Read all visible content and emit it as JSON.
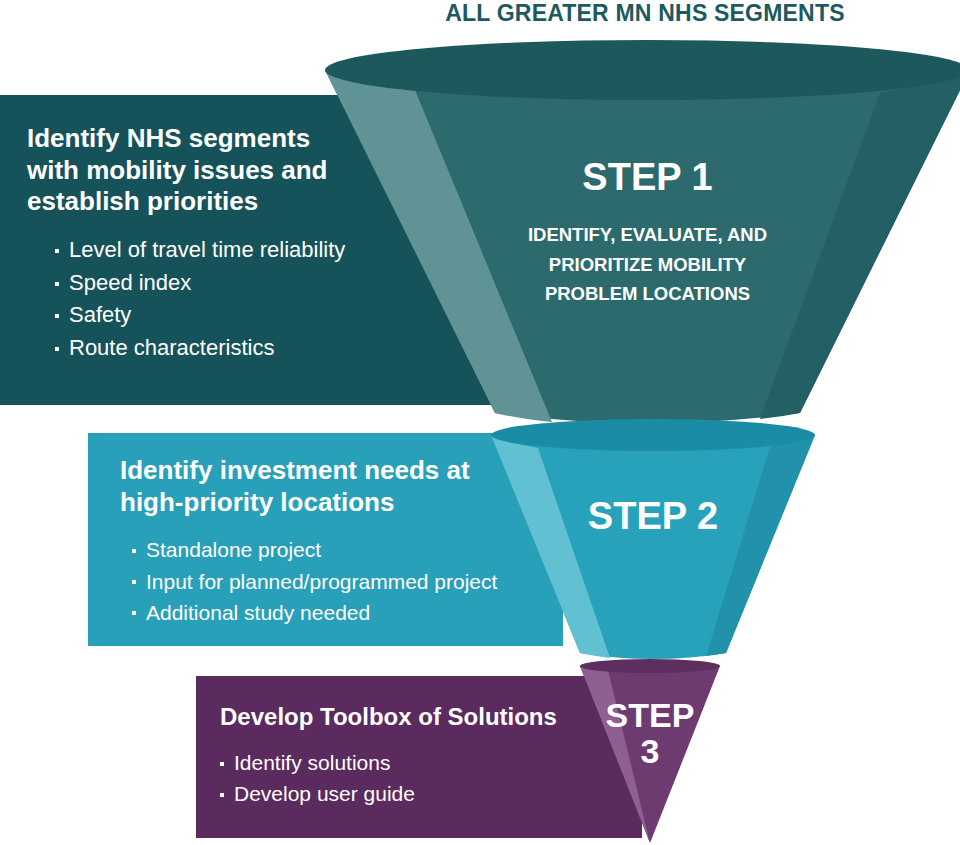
{
  "diagram": {
    "title": "ALL GREATER MN NHS SEGMENTS",
    "nodes": [
      {
        "text": [
          "Identify NHS segments with mobility issues and establish priorities",
          "Level of travel time reliability",
          "Speed index",
          "Safety",
          "Route characteristics"
        ]
      },
      {
        "text": [
          "STEP 1",
          "IDENTIFY, EVALUATE, AND PRIORITIZE MOBILITY PROBLEM LOCATIONS"
        ]
      },
      {
        "text": [
          "Identify investment needs at high-priority locations",
          "Standalone project",
          "Input for planned/programmed project",
          "Additional study needed"
        ]
      },
      {
        "text": [
          "STEP 2"
        ]
      },
      {
        "text": [
          "Develop Toolbox of Solutions",
          "Identify solutions",
          "Develop user guide"
        ]
      },
      {
        "text": [
          "STEP 3"
        ]
      }
    ]
  }
}
